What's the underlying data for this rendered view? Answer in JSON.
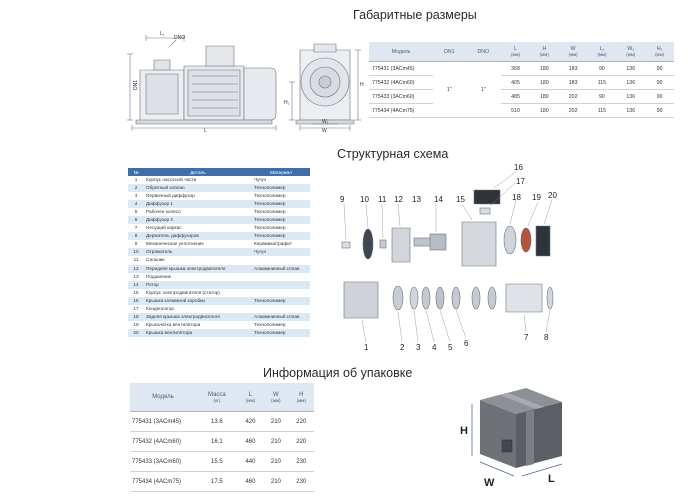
{
  "titles": {
    "dimensions": "Габаритные размеры",
    "structure": "Структурная схема",
    "packaging": "Информация об упаковке"
  },
  "drawing_labels": {
    "l1": "L₁",
    "dno": "DNO",
    "dn1": "DN1",
    "h1": "H₁",
    "h": "H",
    "l": "L",
    "w": "W",
    "w1": "W₁"
  },
  "dims_table": {
    "headers": [
      "Модель",
      "DN1",
      "DNO",
      "L",
      "H",
      "W",
      "L₁",
      "W₁",
      "H₁"
    ],
    "units": [
      "",
      "",
      "",
      "(мм)",
      "(мм)",
      "(мм)",
      "(мм)",
      "(мм)",
      "(мм)"
    ],
    "dn1": "1\"",
    "dno": "1\"",
    "rows": [
      {
        "model": "775431 (3ACm45)",
        "L": "368",
        "H": "180",
        "W": "183",
        "L1": "90",
        "W1": "136",
        "H1": "90"
      },
      {
        "model": "775432 (4ACm60)",
        "L": "405",
        "H": "180",
        "W": "183",
        "L1": "115",
        "W1": "136",
        "H1": "90"
      },
      {
        "model": "775433 (3ACm60)",
        "L": "485",
        "H": "180",
        "W": "202",
        "L1": "90",
        "W1": "136",
        "H1": "90"
      },
      {
        "model": "775434 (4ACm75)",
        "L": "510",
        "H": "180",
        "W": "202",
        "L1": "115",
        "W1": "136",
        "H1": "90"
      }
    ]
  },
  "parts_table": {
    "headers": [
      "№",
      "Деталь",
      "Материал"
    ],
    "rows": [
      {
        "n": "1",
        "part": "Корпус насосной части",
        "material": "Чугун"
      },
      {
        "n": "2",
        "part": "Обратный клапан",
        "material": "Технополимер"
      },
      {
        "n": "3",
        "part": "Первичный диффузор",
        "material": "Технополимер"
      },
      {
        "n": "4",
        "part": "Диффузор 1",
        "material": "Технополимер"
      },
      {
        "n": "5",
        "part": "Рабочее колесо",
        "material": "Технополимер"
      },
      {
        "n": "6",
        "part": "Диффузор 2",
        "material": "Технополимер"
      },
      {
        "n": "7",
        "part": "Несущий каркас",
        "material": "Технополимер"
      },
      {
        "n": "8",
        "part": "Держатель диффузоров",
        "material": "Технополимер"
      },
      {
        "n": "9",
        "part": "Механическое уплотнение",
        "material": "Керамика/графит"
      },
      {
        "n": "10",
        "part": "Отражатель",
        "material": "Чугун"
      },
      {
        "n": "11",
        "part": "Сальник",
        "material": ""
      },
      {
        "n": "12",
        "part": "Передняя крышка электродвигателя",
        "material": "Алюминиевый сплав"
      },
      {
        "n": "13",
        "part": "Подшипник",
        "material": ""
      },
      {
        "n": "14",
        "part": "Ротор",
        "material": ""
      },
      {
        "n": "15",
        "part": "Корпус электродвигателя (статор)",
        "material": ""
      },
      {
        "n": "16",
        "part": "Крышка клеммной коробки",
        "material": "Технополимер"
      },
      {
        "n": "17",
        "part": "Конденсатор",
        "material": ""
      },
      {
        "n": "18",
        "part": "Задняя крышка электродвигателя",
        "material": "Алюминиевый сплав"
      },
      {
        "n": "19",
        "part": "Крыльчатка вентилятора",
        "material": "Технополимер"
      },
      {
        "n": "20",
        "part": "Крышка вентилятора",
        "material": "Технополимер"
      }
    ]
  },
  "callouts": {
    "top": [
      "9",
      "10",
      "11",
      "12",
      "13",
      "14",
      "15",
      "16",
      "17",
      "18",
      "19",
      "20"
    ],
    "bottom": [
      "1",
      "2",
      "3",
      "4",
      "5",
      "6",
      "7",
      "8"
    ]
  },
  "pack_table": {
    "headers": [
      "Модель",
      "Масса",
      "L",
      "W",
      "H"
    ],
    "units": [
      "",
      "(кг)",
      "(мм)",
      "(мм)",
      "(мм)"
    ],
    "rows": [
      {
        "model": "775431 (3ACm45)",
        "mass": "13.6",
        "L": "420",
        "W": "210",
        "H": "220"
      },
      {
        "model": "775432 (4ACm60)",
        "mass": "16.1",
        "L": "460",
        "W": "210",
        "H": "220"
      },
      {
        "model": "775433 (3ACm60)",
        "mass": "15.5",
        "L": "440",
        "W": "210",
        "H": "230"
      },
      {
        "model": "775434 (4ACm75)",
        "mass": "17.5",
        "L": "460",
        "W": "210",
        "H": "230"
      }
    ]
  },
  "box_labels": {
    "h": "H",
    "w": "W",
    "l": "L"
  }
}
